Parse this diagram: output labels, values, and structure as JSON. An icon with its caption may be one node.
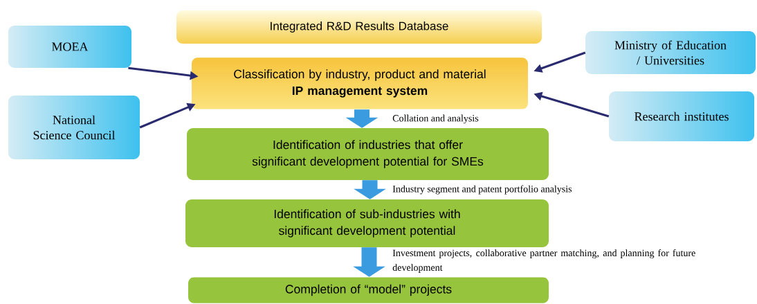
{
  "diagram": {
    "nodes": [
      {
        "text": [
          "Integrated R&D Results Database"
        ]
      },
      {
        "text": [
          "MOEA"
        ]
      },
      {
        "text": [
          "Classification by industry, product and material",
          "IP management system"
        ]
      },
      {
        "text": [
          "Ministry of Education / Universities"
        ]
      },
      {
        "text": [
          "National Science Council"
        ]
      },
      {
        "text": [
          "Research institutes"
        ]
      },
      {
        "text": [
          "Identification of industries that offer significant development potential for SMEs"
        ]
      },
      {
        "text": [
          "Identification of sub-industries with significant development potential"
        ]
      },
      {
        "text": [
          "Completion of “model” projects"
        ]
      }
    ],
    "edges": [
      {
        "from": 1,
        "to": 2,
        "arrow": "to"
      },
      {
        "from": 4,
        "to": 2,
        "arrow": "to"
      },
      {
        "from": 3,
        "to": 2,
        "arrow": "to"
      },
      {
        "from": 5,
        "to": 2,
        "arrow": "to"
      },
      {
        "from": 2,
        "to": 6,
        "arrow": "to",
        "label": "Collation and analysis",
        "style": "thick",
        "color": "#3a9be0"
      },
      {
        "from": 6,
        "to": 7,
        "arrow": "to",
        "label": "Industry segment and patent portfolio analysis",
        "style": "thick",
        "color": "#3a9be0"
      },
      {
        "from": 7,
        "to": 8,
        "arrow": "to",
        "label": "Investment projects, collaborative partner matching, and planning for future development",
        "style": "thick",
        "color": "#3a9be0"
      }
    ]
  }
}
